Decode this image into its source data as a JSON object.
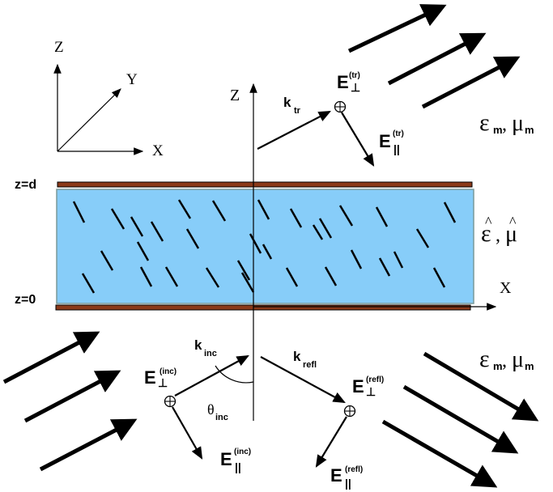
{
  "colors": {
    "slab_fill": "#87cdf9",
    "slab_border": "#7a9a9a",
    "plate_fill": "#8b3a1a",
    "ink": "#000000",
    "background": "#ffffff"
  },
  "axes_small": {
    "z": "Z",
    "y": "Y",
    "x": "X"
  },
  "axes_main": {
    "z": "Z",
    "x": "X"
  },
  "boundaries": {
    "top": "z=d",
    "bottom": "z=0"
  },
  "media": {
    "outer_top": {
      "eps": "ε",
      "eps_sub": "m",
      "sep": ", ",
      "mu": "μ",
      "mu_sub": "m"
    },
    "outer_bottom": {
      "eps": "ε",
      "eps_sub": "m",
      "sep": ", ",
      "mu": "μ",
      "mu_sub": "m"
    },
    "slab": {
      "eps": "ε",
      "hat": "^",
      "sep": ", ",
      "mu": "μ"
    }
  },
  "transmitted": {
    "k": "k",
    "k_sub": "tr",
    "e_perp": "E",
    "perp_sym": "⊥",
    "perp_sup": "(tr)",
    "e_par": "E",
    "par_sym": "||",
    "par_sup": "(tr)"
  },
  "incident": {
    "k": "k",
    "k_sub": "inc",
    "e_perp": "E",
    "perp_sym": "⊥",
    "perp_sup": "(inc)",
    "e_par": "E",
    "par_sym": "||",
    "par_sup": "(inc)",
    "theta": "θ",
    "theta_sub": "inc"
  },
  "reflected": {
    "k": "k",
    "k_sub": "refl",
    "e_perp": "E",
    "perp_sym": "⊥",
    "perp_sup": "(refl)",
    "e_par": "E",
    "par_sym": "||",
    "par_sup": "(refl)"
  }
}
